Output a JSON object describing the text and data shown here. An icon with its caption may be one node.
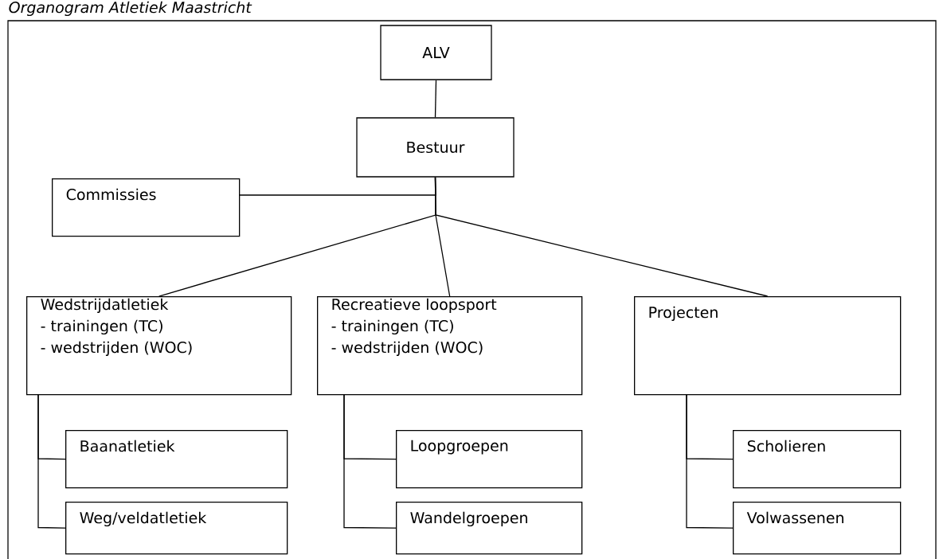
{
  "diagram": {
    "title": "Organogram Atletiek Maastricht",
    "nodes": [
      {
        "text": [
          "ALV"
        ]
      },
      {
        "text": [
          "Bestuur"
        ]
      },
      {
        "text": [
          "Commissies"
        ]
      },
      {
        "text": [
          "Wedstrijdatletiek",
          "- trainingen (TC)",
          "- wedstrijden (WOC)"
        ]
      },
      {
        "text": [
          "Recreatieve loopsport",
          "- trainingen (TC)",
          "- wedstrijden (WOC)"
        ]
      },
      {
        "text": [
          "Projecten"
        ]
      },
      {
        "text": [
          "Baanatletiek"
        ]
      },
      {
        "text": [
          "Weg/veldatletiek"
        ]
      },
      {
        "text": [
          "Loopgroepen"
        ]
      },
      {
        "text": [
          "Wandelgroepen"
        ]
      },
      {
        "text": [
          "Scholieren"
        ]
      },
      {
        "text": [
          "Volwassenen"
        ]
      }
    ],
    "edges": [
      {
        "from": 0,
        "to": 1,
        "arrow": "none"
      },
      {
        "from": 1,
        "to": 2,
        "arrow": "none"
      },
      {
        "from": 1,
        "to": 3,
        "arrow": "none"
      },
      {
        "from": 1,
        "to": 4,
        "arrow": "none"
      },
      {
        "from": 1,
        "to": 5,
        "arrow": "none"
      },
      {
        "from": 3,
        "to": 6,
        "arrow": "none"
      },
      {
        "from": 3,
        "to": 7,
        "arrow": "none"
      },
      {
        "from": 4,
        "to": 8,
        "arrow": "none"
      },
      {
        "from": 4,
        "to": 9,
        "arrow": "none"
      },
      {
        "from": 5,
        "to": 10,
        "arrow": "none"
      },
      {
        "from": 5,
        "to": 11,
        "arrow": "none"
      }
    ]
  }
}
